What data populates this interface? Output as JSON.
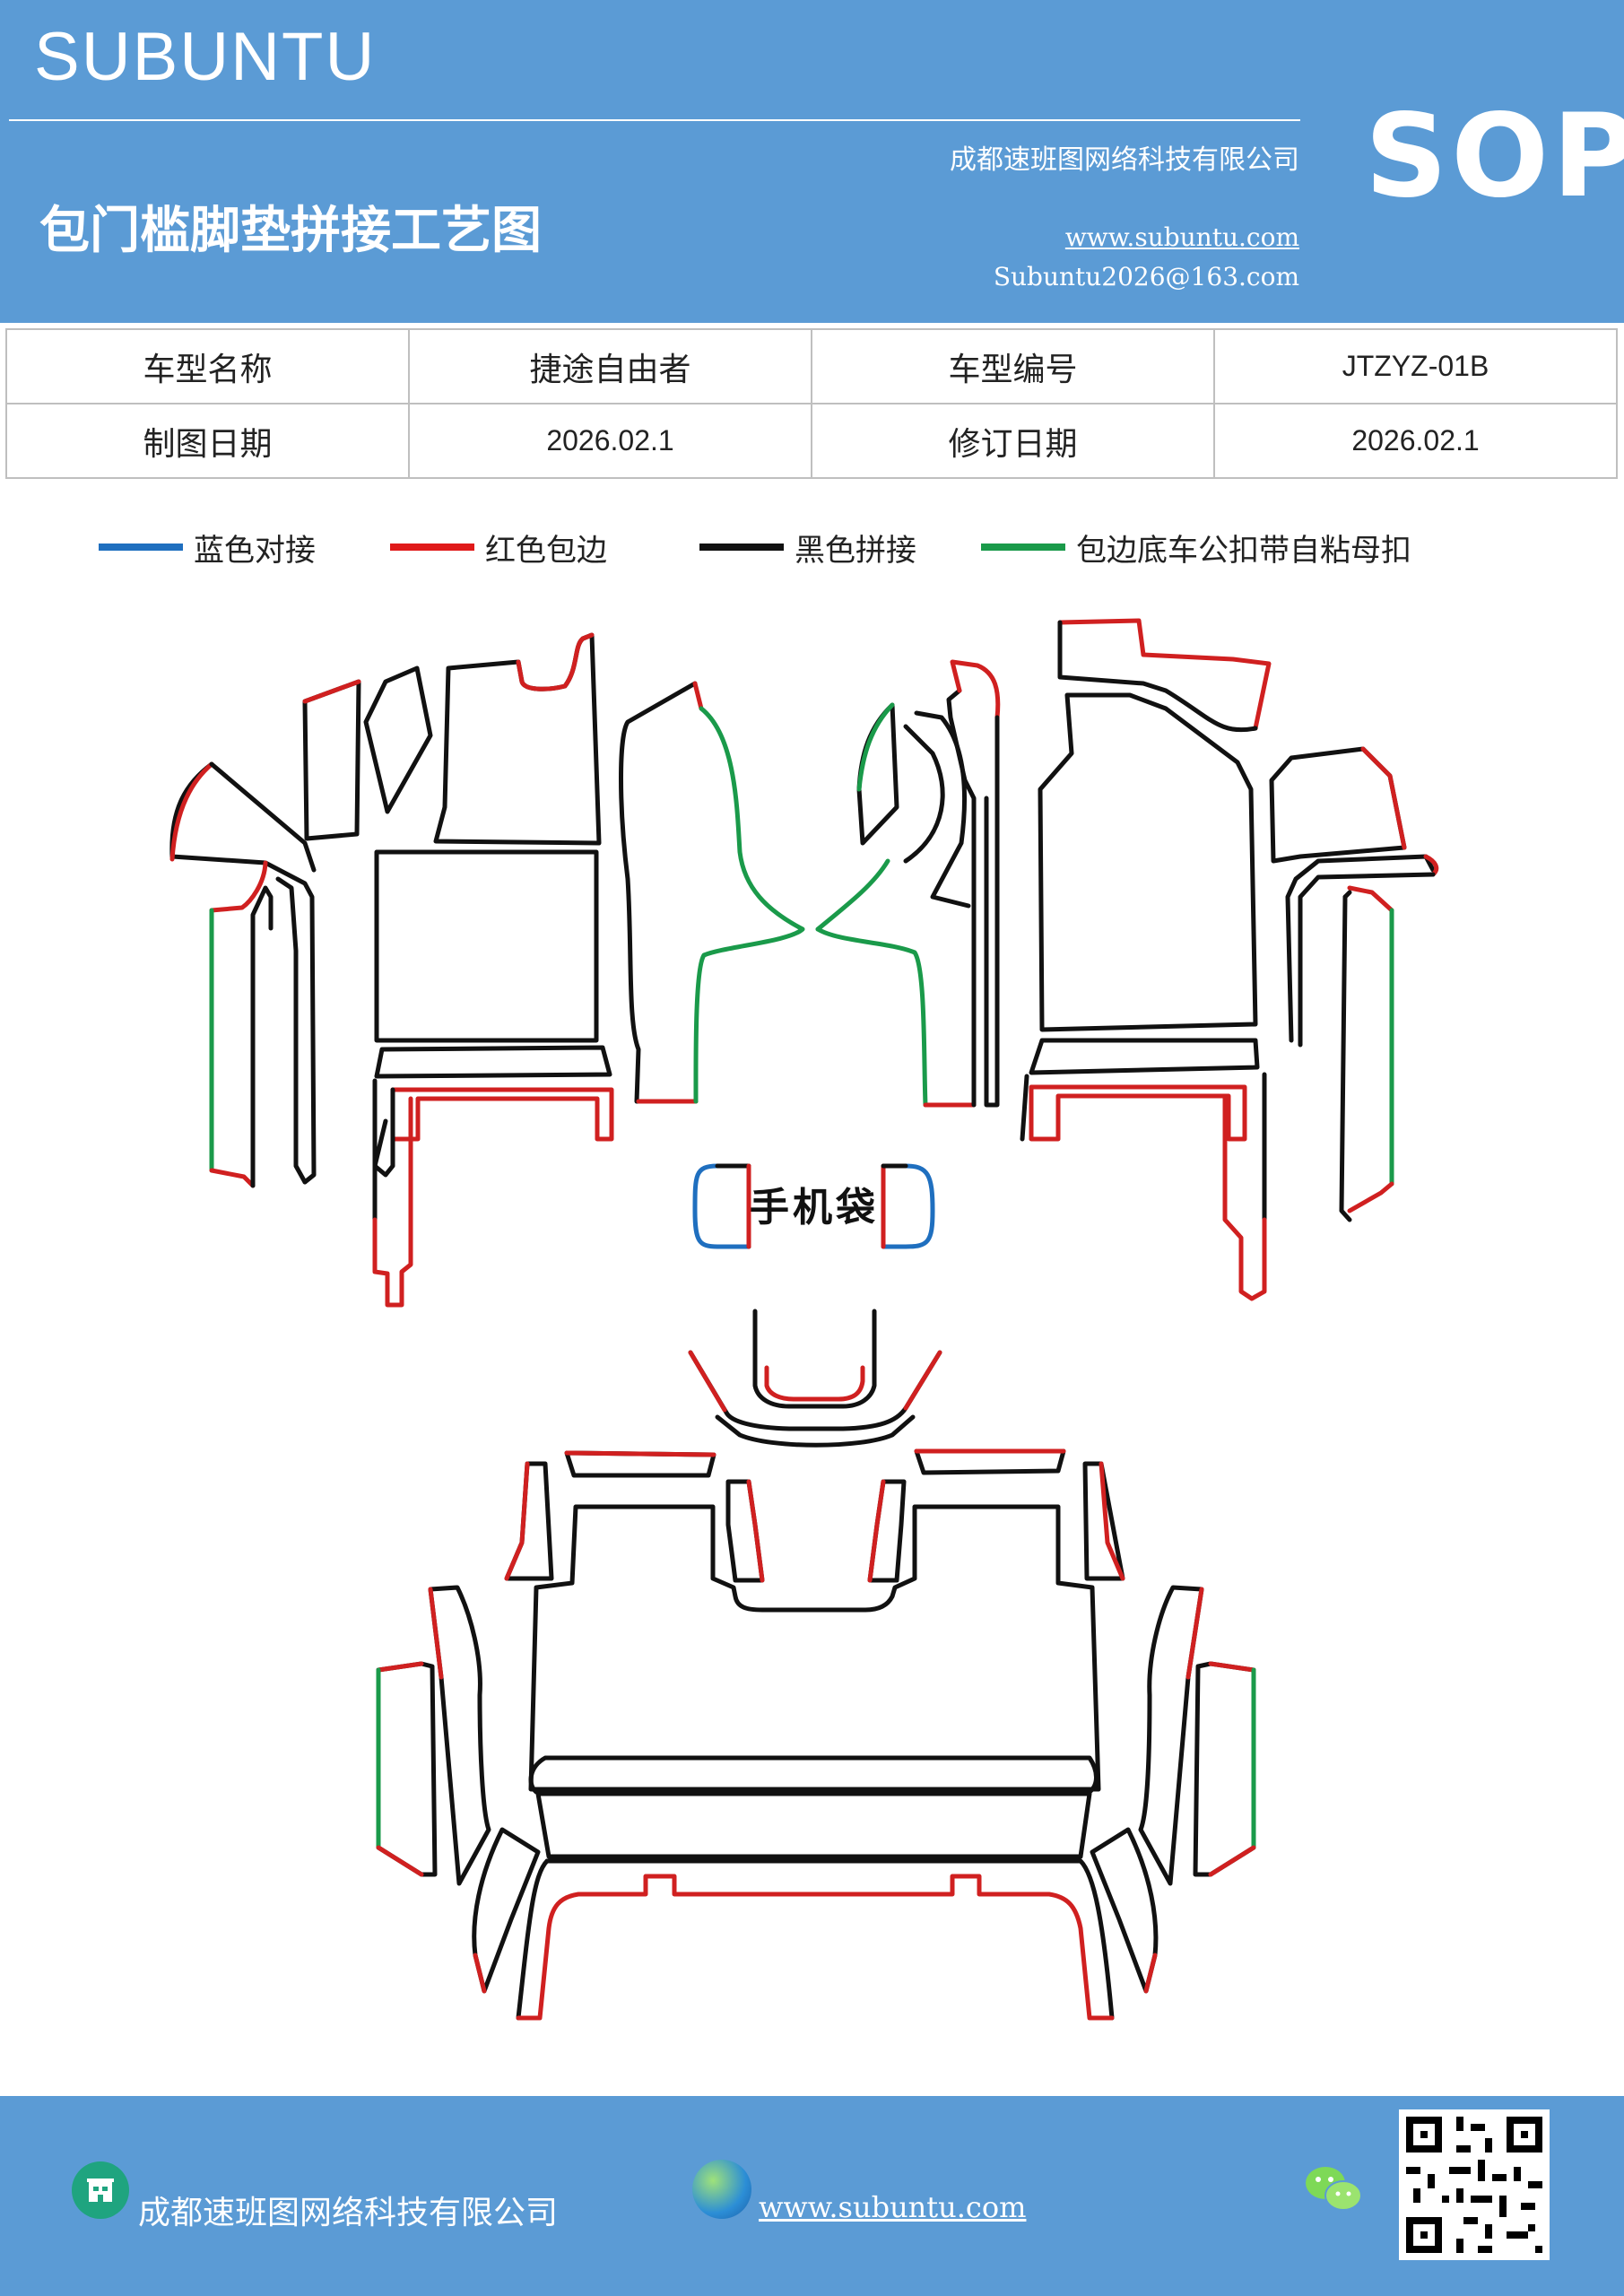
{
  "header": {
    "brand": "SUBUNTU",
    "company": "成都速班图网络科技有限公司",
    "title": "包门槛脚垫拼接工艺图",
    "website": "www.subuntu.com",
    "email": "Subuntu2026@163.com",
    "badge": "SOP"
  },
  "info_table": {
    "model_name_label": "车型名称",
    "model_name_value": "捷途自由者",
    "model_code_label": "车型编号",
    "model_code_value": "JTZYZ-01B",
    "draw_date_label": "制图日期",
    "draw_date_value": "2026.02.1",
    "revise_date_label": "修订日期",
    "revise_date_value": "2026.02.1"
  },
  "legend": [
    {
      "label": "蓝色对接",
      "color": "#1f6fbf"
    },
    {
      "label": "红色包边",
      "color": "#e01a1a"
    },
    {
      "label": "黑色拼接",
      "color": "#111111"
    },
    {
      "label": "包边底车公扣带自粘母扣",
      "color": "#1a9a4a"
    }
  ],
  "drawing": {
    "phone_pocket_label": "手机袋"
  },
  "footer": {
    "company": "成都速班图网络科技有限公司",
    "website": "www.subuntu.com "
  },
  "colors": {
    "brand_blue": "#5b9bd5",
    "edge_red": "#d02020",
    "joint_black": "#111111",
    "butt_blue": "#1f6fbf",
    "velcro_green": "#1a9a4a"
  }
}
